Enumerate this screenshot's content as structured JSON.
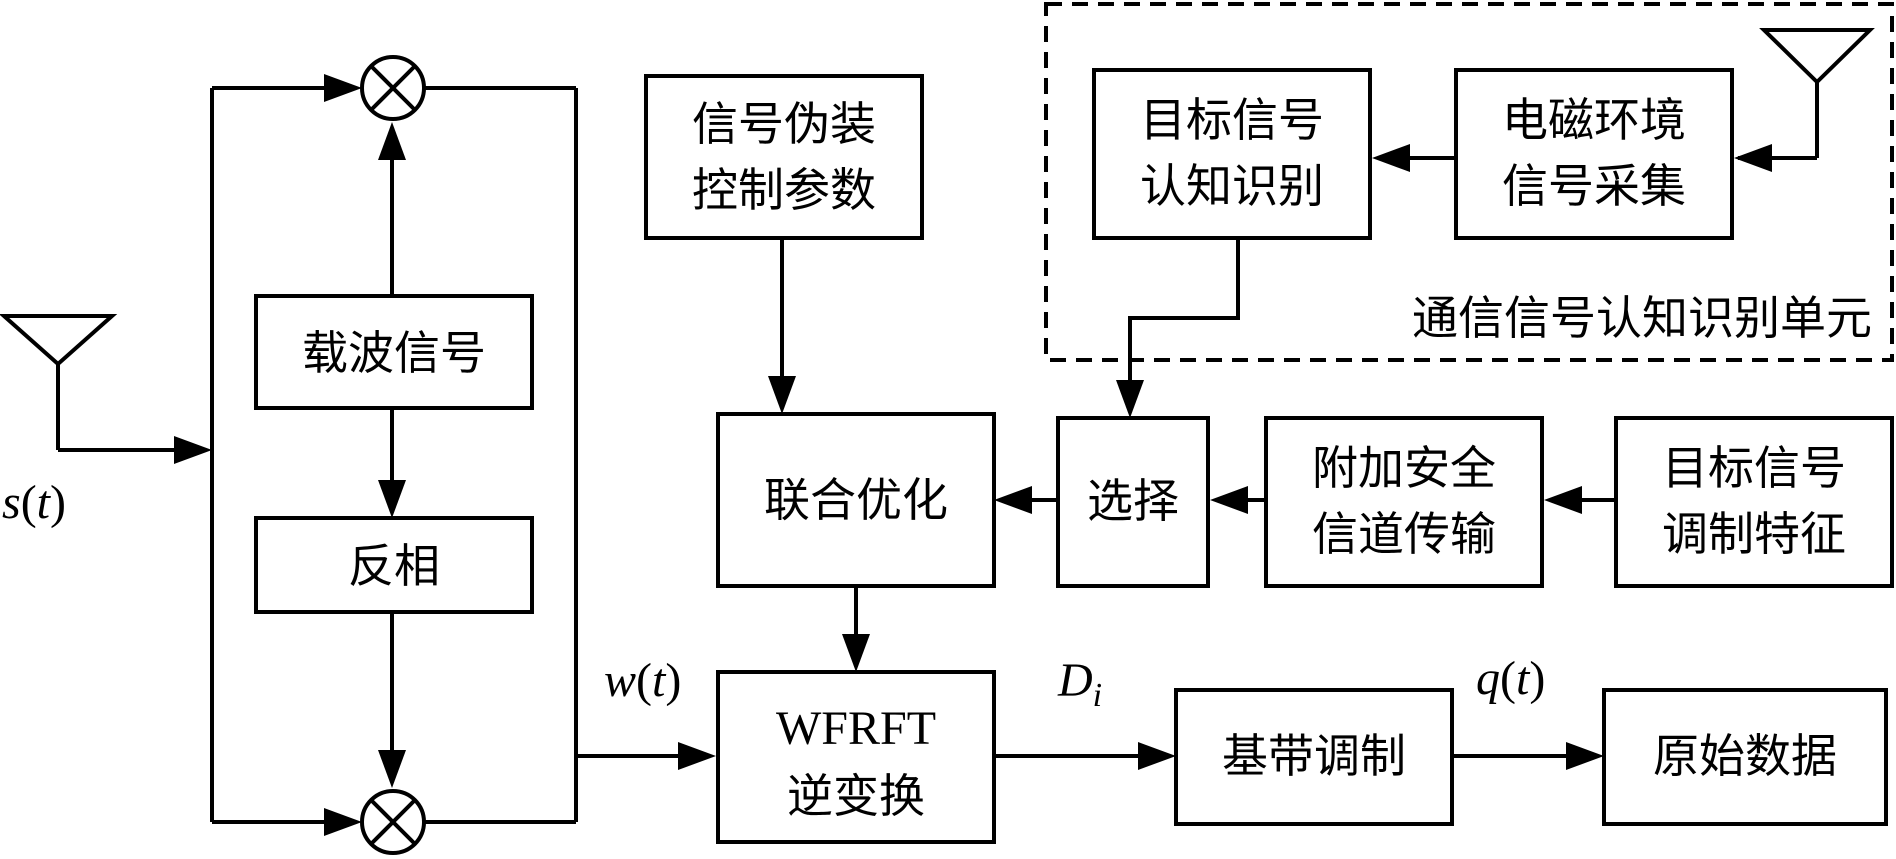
{
  "blocks": {
    "carrier": "载波信号",
    "invert": "反相",
    "disguise_params": [
      "信号伪装",
      "控制参数"
    ],
    "joint_opt": "联合优化",
    "wfrft_inverse": [
      "WFRFT",
      "逆变换"
    ],
    "baseband_mod": "基带调制",
    "raw_data": "原始数据",
    "select": "选择",
    "secure_channel": [
      "附加安全",
      "信道传输"
    ],
    "target_mod_feature": [
      "目标信号",
      "调制特征"
    ],
    "target_recognition": [
      "目标信号",
      "认知识别"
    ],
    "em_collection": [
      "电磁环境",
      "信号采集"
    ]
  },
  "unit_label": "通信信号认知识别单元",
  "signals": {
    "s": {
      "name": "s",
      "arg": "t"
    },
    "w": {
      "name": "w",
      "arg": "t"
    },
    "d": {
      "name": "D",
      "sub": "i"
    },
    "q": {
      "name": "q",
      "arg": "t"
    }
  },
  "multiplier_symbol": "⊗",
  "colors": {
    "stroke": "#000000",
    "background": "#ffffff"
  }
}
